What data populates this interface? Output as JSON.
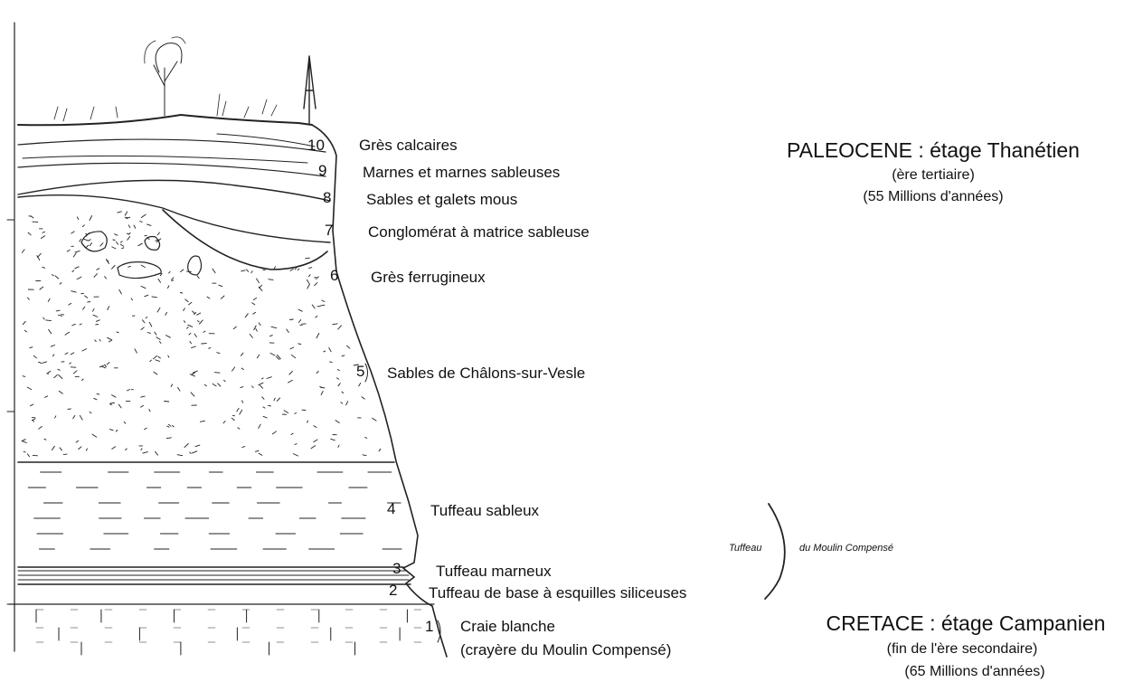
{
  "layers": [
    {
      "num": "10",
      "label": "Grès calcaires"
    },
    {
      "num": "9",
      "label": "Marnes et marnes sableuses"
    },
    {
      "num": "8",
      "label": "Sables et galets mous"
    },
    {
      "num": "7",
      "label": "Conglomérat à matrice sableuse"
    },
    {
      "num": "6",
      "label": "Grès ferrugineux"
    },
    {
      "num": "5",
      "label": "Sables de Châlons-sur-Vesle"
    },
    {
      "num": "4",
      "label": "Tuffeau sableux"
    },
    {
      "num": "3",
      "label": "Tuffeau marneux"
    },
    {
      "num": "2",
      "label": "Tuffeau de base à esquilles siliceuses"
    },
    {
      "num": "1",
      "label": "Craie blanche",
      "label2": "(crayère du Moulin Compensé)"
    }
  ],
  "tuffeau_group": {
    "left": "Tuffeau",
    "right": "du Moulin Compensé"
  },
  "paleocene": {
    "title": "PALEOCENE : étage Thanétien",
    "line1": "(ère tertiaire)",
    "line2": "(55 Millions d'années)"
  },
  "cretace": {
    "title": "CRETACE : étage Campanien",
    "line1": "(fin de l'ère secondaire)",
    "line2": "(65 Millions d'années)"
  }
}
